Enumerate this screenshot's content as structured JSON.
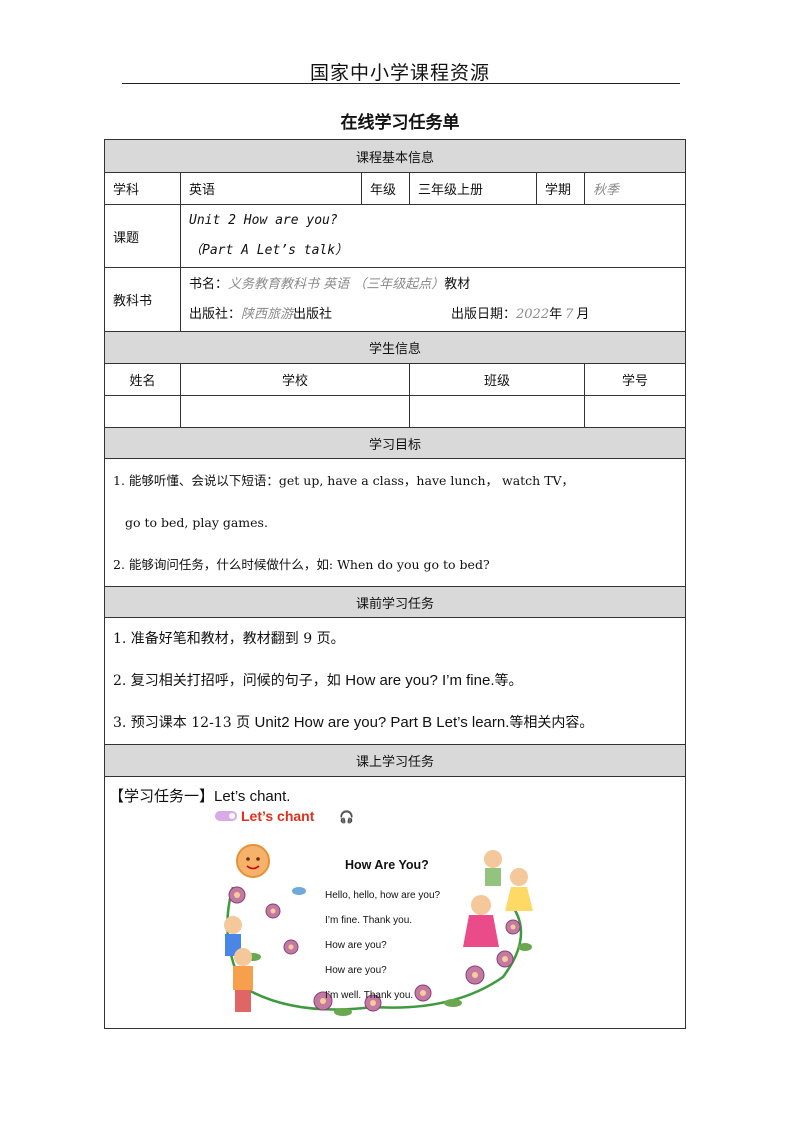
{
  "header": {
    "site_name": "国家中小学课程资源",
    "doc_title": "在线学习任务单"
  },
  "basic_info": {
    "section_title": "课程基本信息",
    "subject_label": "学科",
    "subject_value": "英语",
    "grade_label": "年级",
    "grade_value": "三年级上册",
    "term_label": "学期",
    "term_value": "秋季",
    "topic_label": "课题",
    "topic_line1": "Unit 2 How are you?",
    "topic_line2": "（Part A Let’s talk）",
    "textbook_label": "教科书",
    "book_name_prefix": "书名：",
    "book_name_value": "义务教育教科书 英语 （三年级起点）",
    "book_name_suffix": "教材",
    "publisher_prefix": "出版社：",
    "publisher_value": "陕西旅游",
    "publisher_suffix": "出版社",
    "pub_date_prefix": "出版日期：",
    "pub_year": "2022",
    "year_char": "年",
    "pub_month": "7",
    "month_char": "月"
  },
  "student_info": {
    "section_title": "学生信息",
    "columns": [
      "姓名",
      "学校",
      "班级",
      "学号"
    ]
  },
  "objectives": {
    "section_title": "学习目标",
    "item1_line1": "1. 能够听懂、会说以下短语：get  up,  have a class，have  lunch，  watch  TV，",
    "item1_line2": "go  to  bed,  play  games.",
    "item2": "2. 能够询问任务，什么时候做什么，如:  When  do  you  go  to  bed?"
  },
  "pre_tasks": {
    "section_title": "课前学习任务",
    "item1": "1. 准备好笔和教材，教材翻到 9 页。",
    "item2_cn": "2. 复习相关打招呼，问候的句子，如 ",
    "item2_en": "How are you? I’m fine.",
    "item2_tail": "等。",
    "item3_cn": "3. 预习课本 12-13 页 ",
    "item3_en": "Unit2 How are you? Part B Let’s learn.",
    "item3_tail": "等相关内容。"
  },
  "class_tasks": {
    "section_title": "课上学习任务",
    "task1_label": "【学习任务一】Let’s chant.",
    "chant": {
      "banner": "Let’s chant",
      "title": "How Are You?",
      "lines": [
        "Hello, hello, how are you?",
        "I’m fine. Thank you.",
        "How are you?",
        "How are you?",
        "I’m well. Thank you."
      ]
    }
  },
  "colors": {
    "section_bg": "#d9d9d9",
    "placeholder_gray": "#8a8a8a",
    "banner_red": "#e0301e"
  }
}
